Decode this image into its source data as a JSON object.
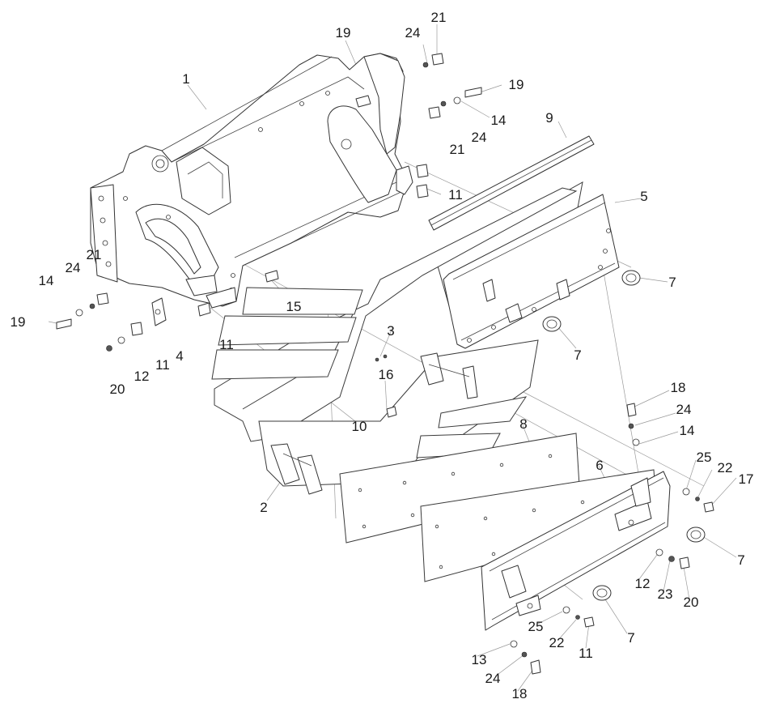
{
  "labels": [
    {
      "id": "c1",
      "text": "1"
    },
    {
      "id": "c19a",
      "text": "19"
    },
    {
      "id": "c24a",
      "text": "24"
    },
    {
      "id": "c21a",
      "text": "21"
    },
    {
      "id": "c19b",
      "text": "19"
    },
    {
      "id": "c14a",
      "text": "14"
    },
    {
      "id": "c24b",
      "text": "24"
    },
    {
      "id": "c21b",
      "text": "21"
    },
    {
      "id": "c9",
      "text": "9"
    },
    {
      "id": "c11a",
      "text": "11"
    },
    {
      "id": "c5",
      "text": "5"
    },
    {
      "id": "c7a",
      "text": "7"
    },
    {
      "id": "c7b",
      "text": "7"
    },
    {
      "id": "c21c",
      "text": "21"
    },
    {
      "id": "c24c",
      "text": "24"
    },
    {
      "id": "c14b",
      "text": "14"
    },
    {
      "id": "c19c",
      "text": "19"
    },
    {
      "id": "c15",
      "text": "15"
    },
    {
      "id": "c3",
      "text": "3"
    },
    {
      "id": "c11b",
      "text": "11"
    },
    {
      "id": "c4",
      "text": "4"
    },
    {
      "id": "c11c",
      "text": "11"
    },
    {
      "id": "c12a",
      "text": "12"
    },
    {
      "id": "c20a",
      "text": "20"
    },
    {
      "id": "c16",
      "text": "16"
    },
    {
      "id": "c18a",
      "text": "18"
    },
    {
      "id": "c24d",
      "text": "24"
    },
    {
      "id": "c14c",
      "text": "14"
    },
    {
      "id": "c10",
      "text": "10"
    },
    {
      "id": "c8",
      "text": "8"
    },
    {
      "id": "c6",
      "text": "6"
    },
    {
      "id": "c25a",
      "text": "25"
    },
    {
      "id": "c22a",
      "text": "22"
    },
    {
      "id": "c17",
      "text": "17"
    },
    {
      "id": "c2",
      "text": "2"
    },
    {
      "id": "c7c",
      "text": "7"
    },
    {
      "id": "c12b",
      "text": "12"
    },
    {
      "id": "c23",
      "text": "23"
    },
    {
      "id": "c20b",
      "text": "20"
    },
    {
      "id": "c25b",
      "text": "25"
    },
    {
      "id": "c22b",
      "text": "22"
    },
    {
      "id": "c11d",
      "text": "11"
    },
    {
      "id": "c7d",
      "text": "7"
    },
    {
      "id": "c13",
      "text": "13"
    },
    {
      "id": "c24e",
      "text": "24"
    },
    {
      "id": "c18b",
      "text": "18"
    }
  ]
}
